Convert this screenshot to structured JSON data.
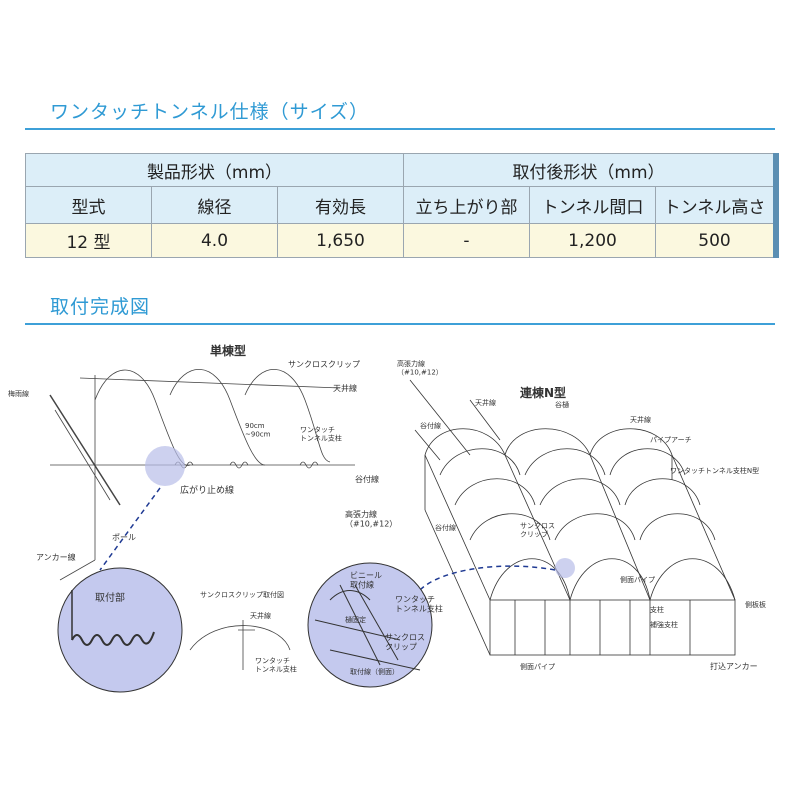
{
  "spec_title": "ワンタッチトンネル仕様（サイズ）",
  "table": {
    "group_headers": [
      "製品形状（mm）",
      "取付後形状（mm）"
    ],
    "columns": [
      "型式",
      "線径",
      "有効長",
      "立ち上がり部",
      "トンネル間口",
      "トンネル高さ"
    ],
    "row": [
      "12 型",
      "4.0",
      "1,650",
      "-",
      "1,200",
      "500"
    ]
  },
  "install_title": "取付完成図",
  "single": {
    "title": "単棟型",
    "labels": {
      "sunclose_clip": "サンクロスクリップ",
      "ceiling_line": "天井線",
      "end_line": "梅雨線",
      "spacing": "90cm\n~90cm",
      "support": "ワンタッチ\nトンネル支柱",
      "spread_stop": "広がり止め線",
      "pole": "ポール",
      "anchor": "アンカー線",
      "lower_line": "谷付線"
    }
  },
  "multi": {
    "title": "連棟N型",
    "labels": {
      "high_tension": "高張力線\n（#10,#12）",
      "high_tension2": "高張力線\n（#10,#12）",
      "ceiling": "天井線",
      "valley": "谷樋",
      "ceiling2": "天井線",
      "pipe_arch": "パイプアーチ",
      "oneclick_support": "ワンタッチトンネル支柱N型",
      "mid_line": "谷付線",
      "gutter_line": "谷付線",
      "sunclose_clip": "サンクロス\nクリップ",
      "side_pipe": "側面パイプ",
      "post": "支柱",
      "support_post": "補強支柱",
      "side_plate": "側板板",
      "side_pipe2": "側面パイプ",
      "anchor": "打込アンカー"
    }
  },
  "detail_left": {
    "label": "取付部"
  },
  "detail_mid": {
    "title": "サンクロスクリップ取付図",
    "ceiling": "天井線",
    "support": "ワンタッチ\nトンネル支柱"
  },
  "detail_right": {
    "vinyl": "ビニール\n取付線",
    "support": "ワンタッチ\nトンネル支柱",
    "gutter": "樋固定",
    "clip": "サンクロス\nクリップ",
    "lower": "取付線（側面）"
  }
}
